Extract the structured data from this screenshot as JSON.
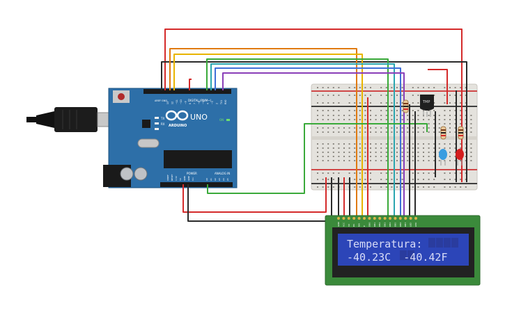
{
  "board": {
    "brand": "ARDUINO",
    "model": "UNO",
    "on_label": "ON",
    "digital_header": "DIGITAL (PWM~)",
    "power_header": "POWER",
    "analog_header": "ANALOG IN",
    "aref": "AREF",
    "gnd": "GND",
    "tx": "TX",
    "rx": "RX",
    "digital_pins": [
      "13",
      "12",
      "~11",
      "~10",
      "~9",
      "8",
      "7",
      "~6",
      "~5",
      "4",
      "~3",
      "2",
      "TX1",
      "RX0"
    ],
    "power_pins": [
      "IOREF",
      "RESET",
      "3.3V",
      "5V",
      "GND",
      "GND",
      "Vin"
    ],
    "analog_pins": [
      "A0",
      "A1",
      "A2",
      "A3",
      "A4",
      "A5"
    ]
  },
  "sensor": {
    "label": "TMP"
  },
  "lcd": {
    "line1": "Temperatura:",
    "line2": "-40.23C  -40.42F",
    "pin_labels": [
      "GND",
      "VCC",
      "V0",
      "RS",
      "RW",
      "E",
      "DB0",
      "DB1",
      "DB2",
      "DB3",
      "DB4",
      "DB5",
      "DB6",
      "DB7",
      "LED",
      "LED"
    ]
  },
  "colors": {
    "board": "#2d6fa8",
    "breadboard": "#e4e2dd",
    "lcd_screen": "#2c45b8",
    "lcd_text": "#d8dcf7",
    "wire_red": "#d42a2a",
    "wire_black": "#2a2a2a",
    "wire_yellow": "#e8b400",
    "wire_orange": "#e07a10",
    "wire_green": "#3aaa3a",
    "wire_teal": "#2aa6b0",
    "wire_blue": "#3f6fd8",
    "wire_purple": "#8a3fb8",
    "led_blue": "#3a9de0",
    "led_red": "#d41e1e"
  }
}
